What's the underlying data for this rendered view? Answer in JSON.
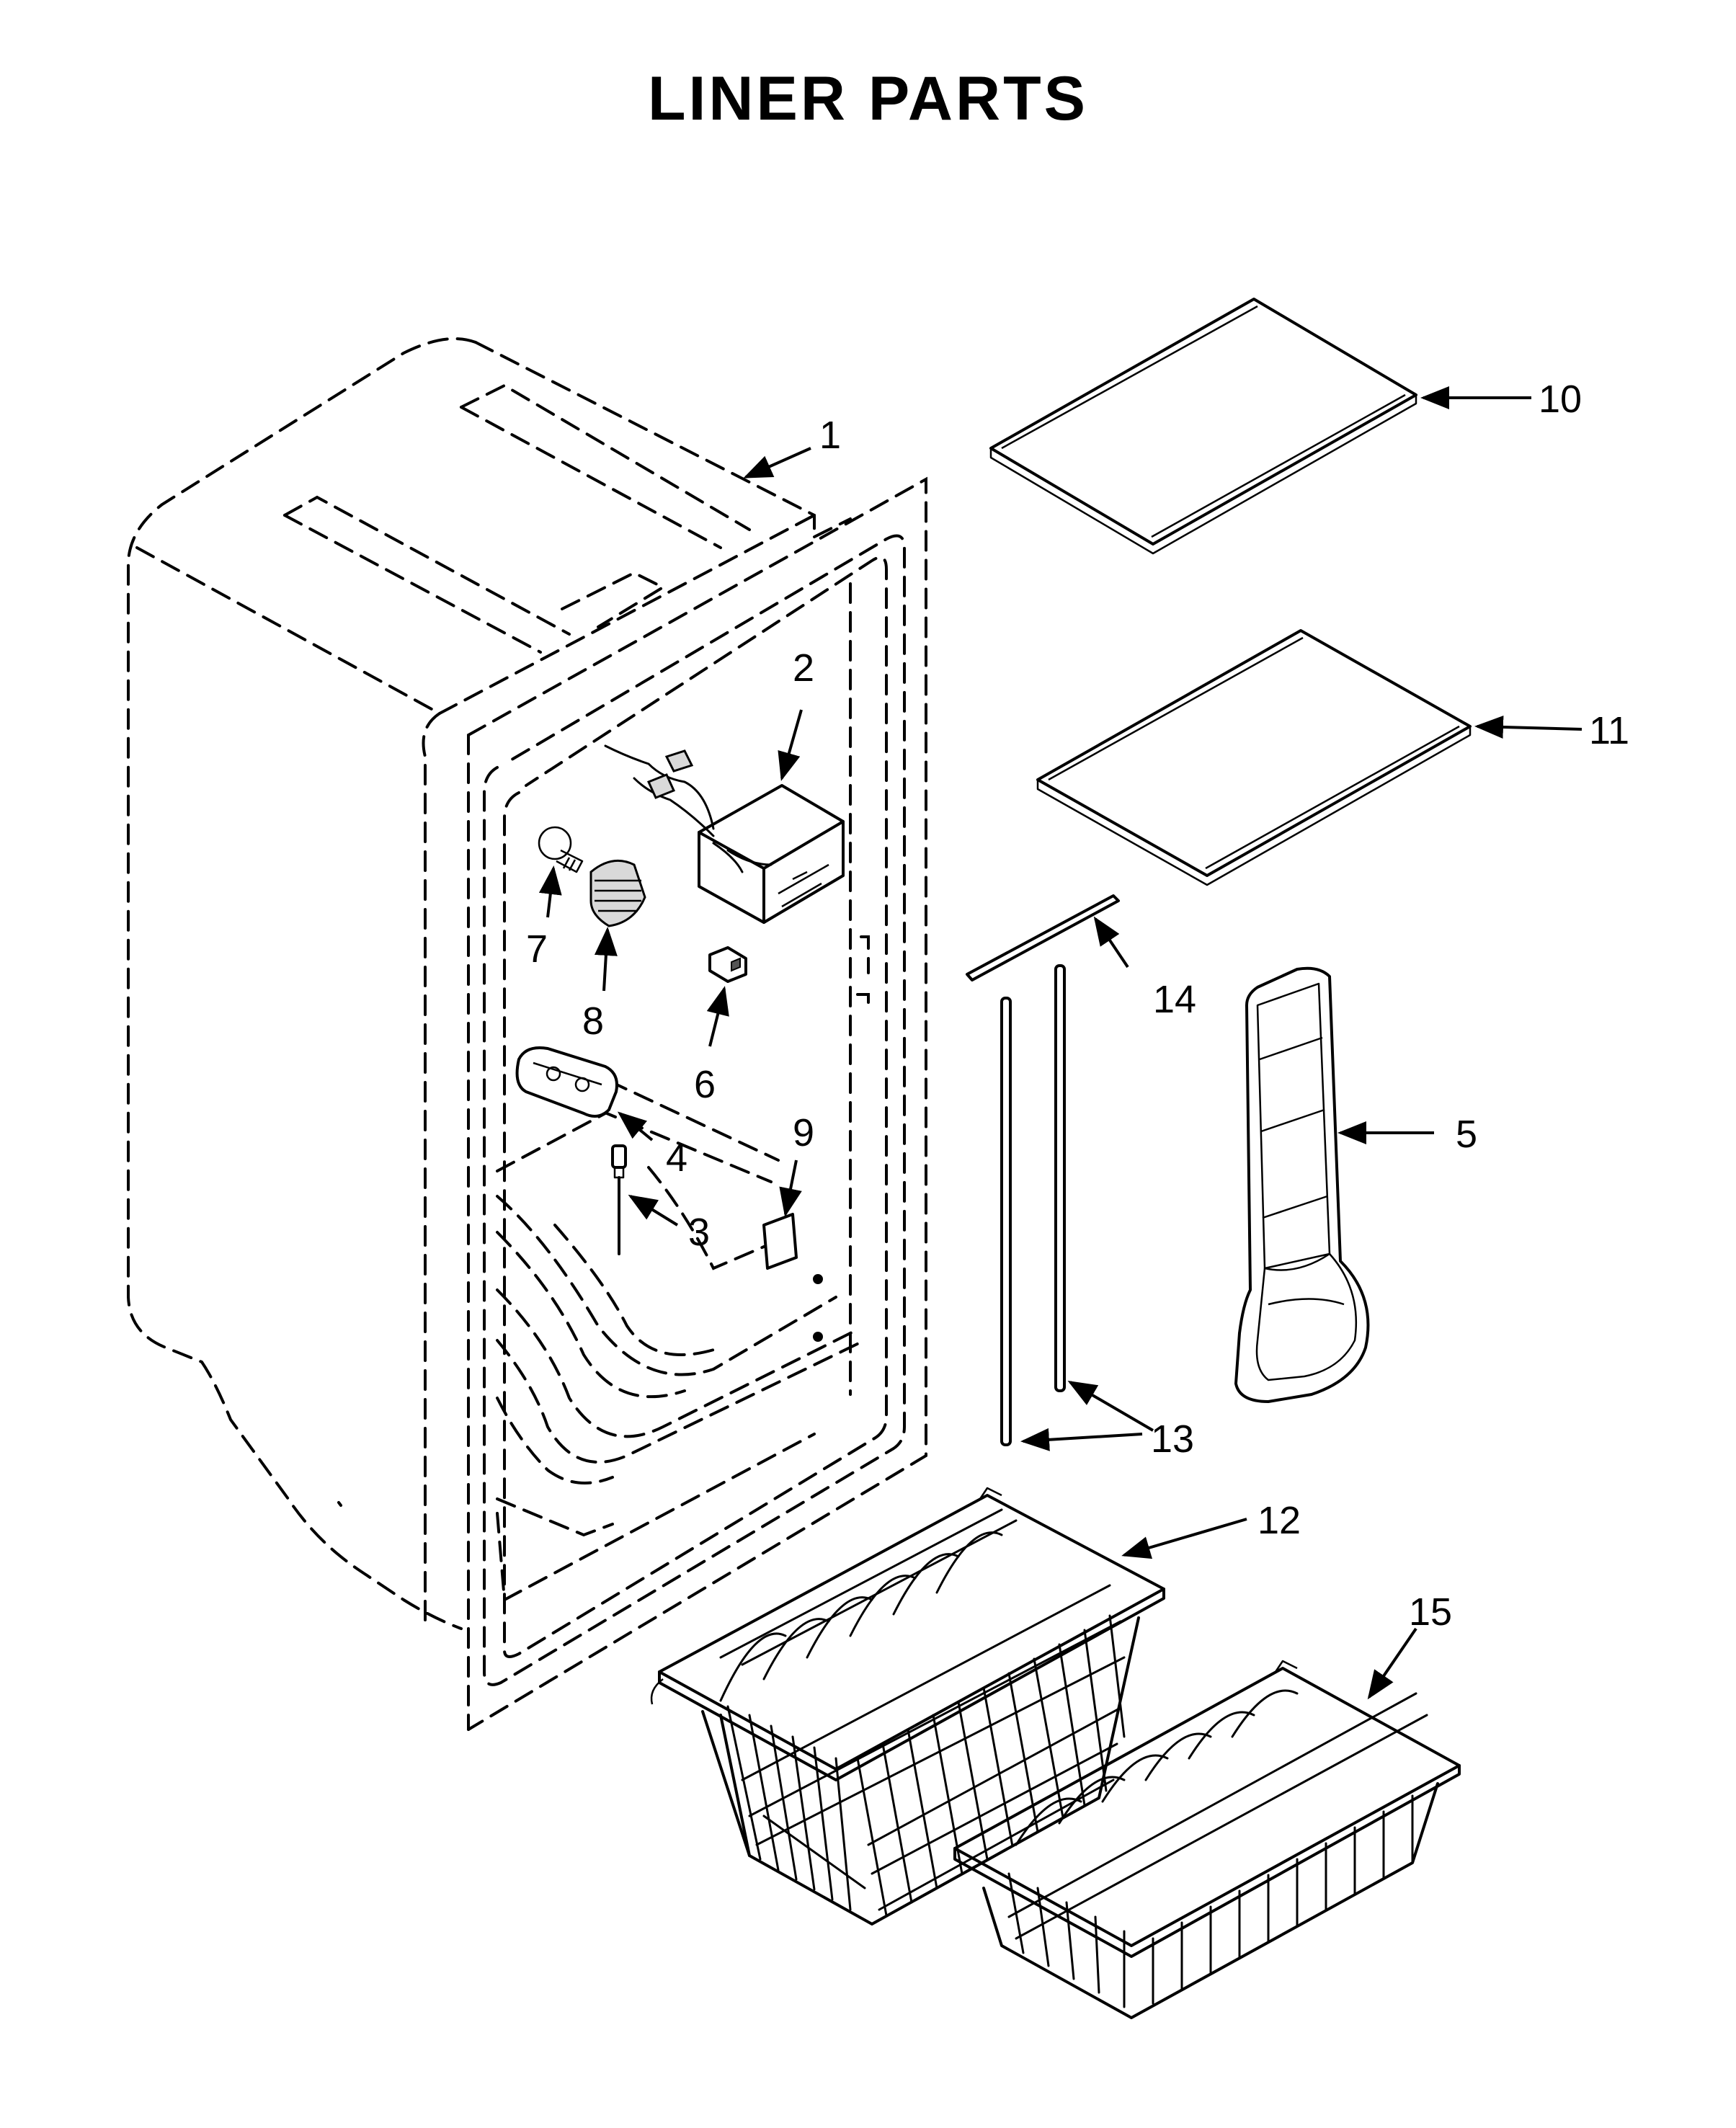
{
  "title": "LINER PARTS",
  "callouts": [
    "1",
    "2",
    "3",
    "4",
    "5",
    "6",
    "7",
    "8",
    "9",
    "10",
    "11",
    "12",
    "13",
    "14",
    "15"
  ]
}
